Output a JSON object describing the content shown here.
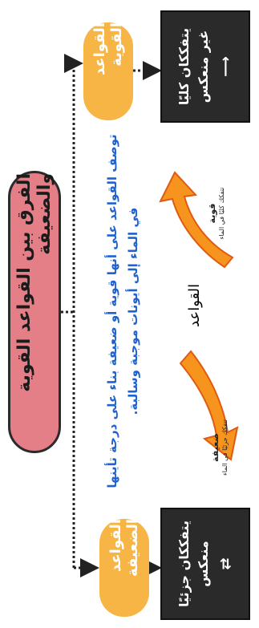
{
  "title": "الفرق بين القواعد القوية والضعيفة",
  "weak": {
    "tag": "القواعد الضعيفة",
    "box_line1": "يتفككان جزئيًا",
    "box_line2": "منعكس",
    "box_arrow": "⇄",
    "arrow_title": "ضعيفة",
    "arrow_sub": "تتفكك جزئيًا في الماء"
  },
  "strong": {
    "tag": "القواعد القوية",
    "box_line1": "يتفككان كليًا",
    "box_line2": "غير منعكس",
    "box_arrow": "⟶",
    "arrow_title": "قوية",
    "arrow_sub": "تتفكك كليًا في الماء"
  },
  "description": "توصف القواعد على أنها قوية أو ضعيفة بناء على درجة تأينها في الماء إلى أيونات موجبة وسالبة.",
  "center_word": "القواعد",
  "colors": {
    "title_pill": "#e47e87",
    "tag": "#f7b545",
    "dark_box": "#2a2a2a",
    "description_text": "#1f62d0",
    "arrow_fill": "#f7941d",
    "arrow_dark": "#e05a12"
  }
}
